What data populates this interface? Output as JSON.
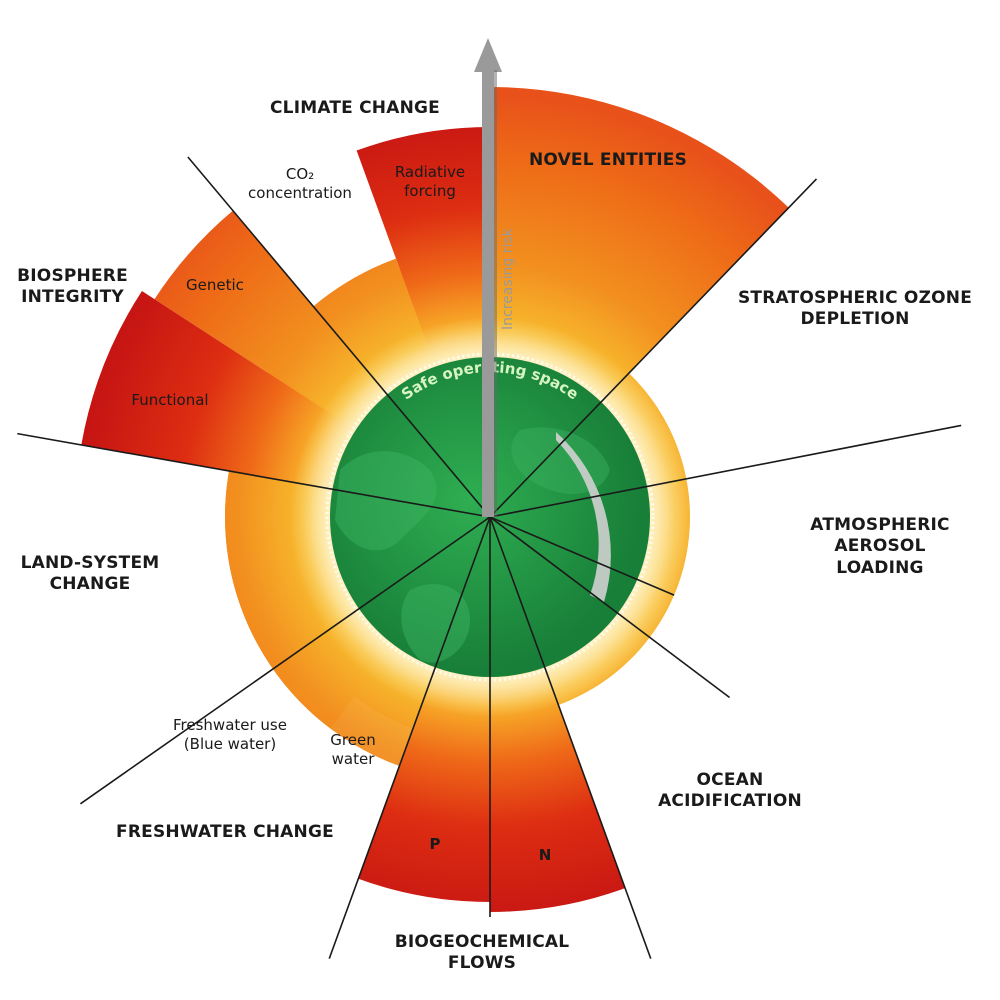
{
  "categories": {
    "climate_change": "CLIMATE CHANGE",
    "novel_entities": "NOVEL ENTITIES",
    "stratospheric_ozone": "STRATOSPHERIC OZONE\nDEPLETION",
    "atmospheric_aerosol": "ATMOSPHERIC\nAEROSOL\nLOADING",
    "ocean_acidification": "OCEAN\nACIDIFICATION",
    "biogeochemical_flows": "BIOGEOCHEMICAL\nFLOWS",
    "freshwater_change": "FRESHWATER CHANGE",
    "land_system_change": "LAND-SYSTEM\nCHANGE",
    "biosphere_integrity": "BIOSPHERE\nINTEGRITY"
  },
  "sublabels": {
    "co2": "CO₂\nconcentration",
    "radiative_forcing": "Radiative\nforcing",
    "genetic": "Genetic",
    "functional": "Functional",
    "blue_water": "Freshwater use\n(Blue water)",
    "green_water": "Green\nwater",
    "phosphorus": "P",
    "nitrogen": "N"
  },
  "center": {
    "safe_space": "Safe operating space",
    "risk_arrow": "Increasing risk"
  },
  "colors": {
    "safe_green": "#1f9a47",
    "transgressed_orange": "#f07a1a",
    "high_risk_red": "#cc1515",
    "zone_yellow": "#f7b52a",
    "arrow_grey": "#9a9a9a"
  }
}
